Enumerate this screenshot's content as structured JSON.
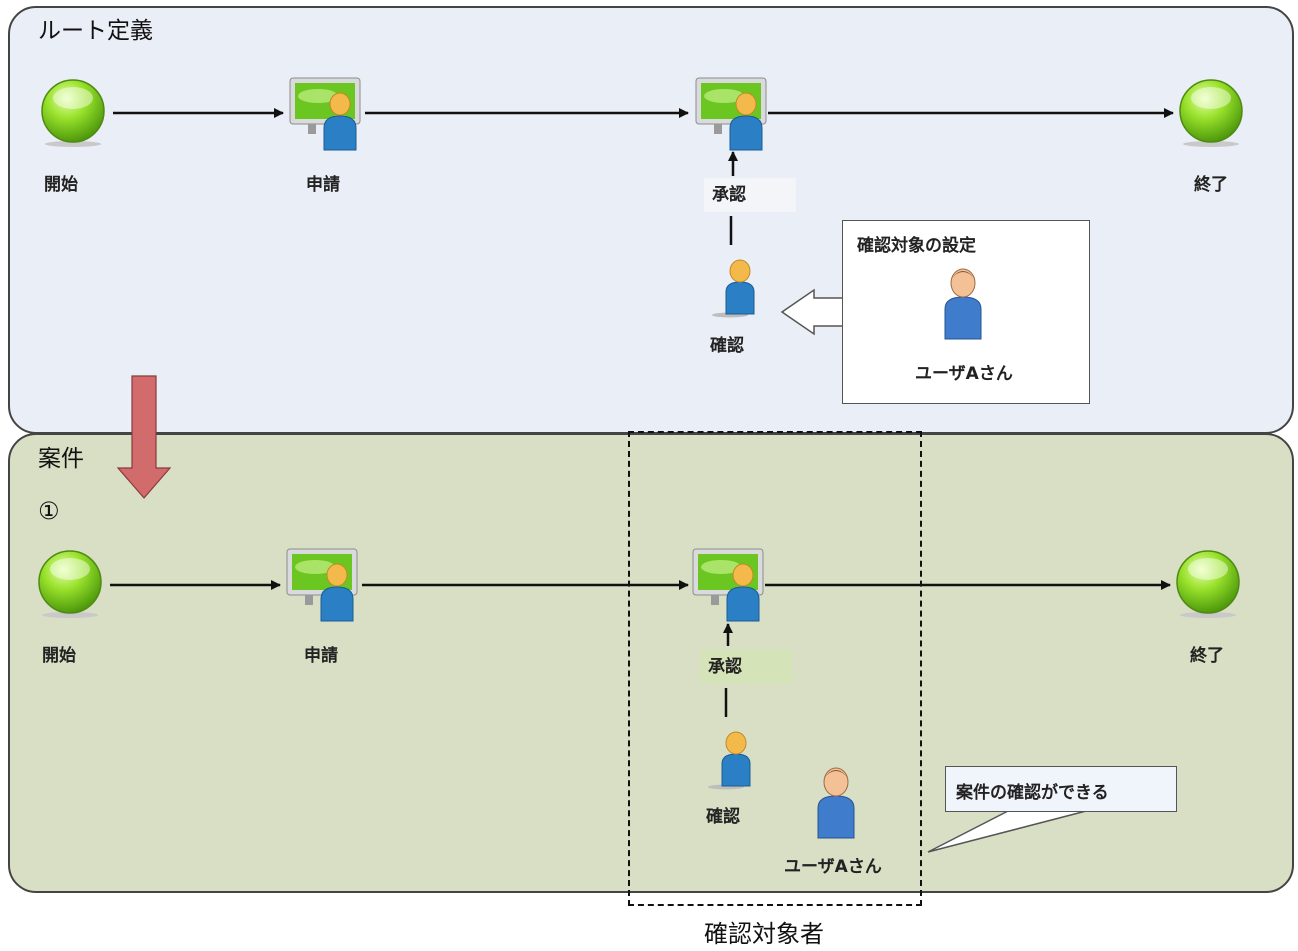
{
  "top_panel": {
    "title": "ルート定義",
    "nodes": {
      "start": "開始",
      "apply": "申請",
      "approve": "承認",
      "confirm": "確認",
      "end": "終了"
    },
    "callout": {
      "title": "確認対象の設定",
      "user": "ユーザAさん"
    }
  },
  "bottom_panel": {
    "title": "案件",
    "circled_number": "①",
    "nodes": {
      "start": "開始",
      "apply": "申請",
      "approve": "承認",
      "confirm": "確認",
      "end": "終了"
    },
    "user": "ユーザAさん",
    "callout": "案件の確認ができる"
  },
  "dashed_caption": "確認対象者",
  "colors": {
    "top_panel_bg": "#eaeef6",
    "bottom_panel_bg": "#d9dfc4",
    "transition_arrow": "#d26b6b",
    "node_green": "#7cc81a",
    "person_blue": "#2b7fc4",
    "person_skin": "#f3b94a"
  }
}
